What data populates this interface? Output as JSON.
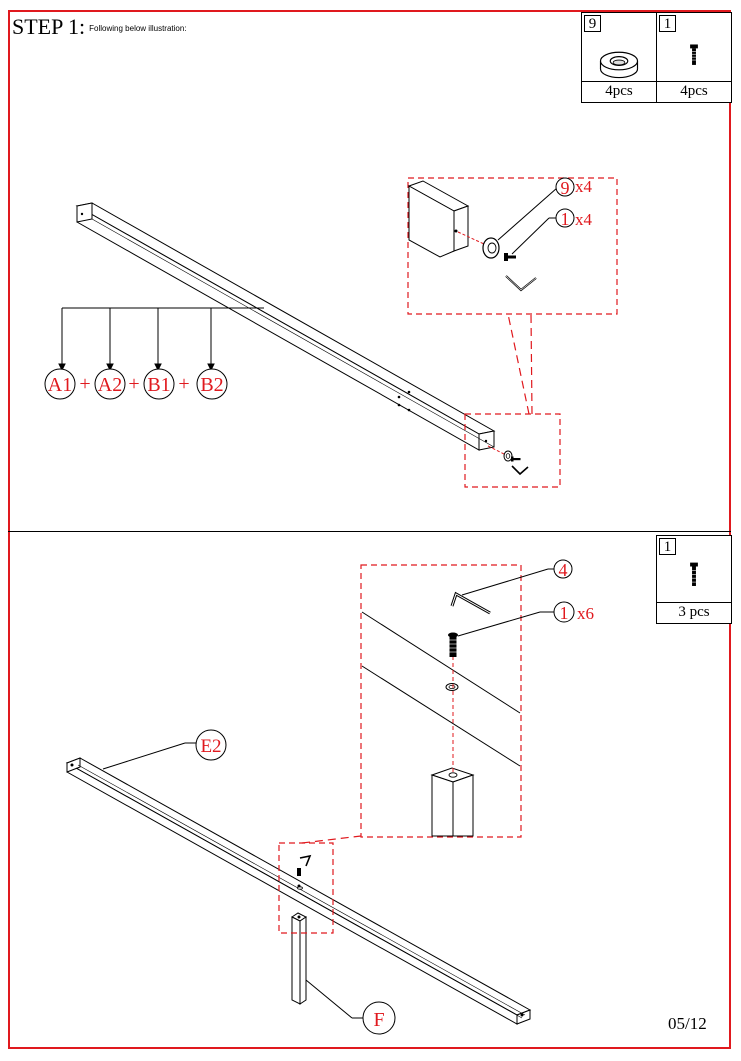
{
  "header": {
    "step_title": "STEP 1:",
    "instruction": "Following below illustration:"
  },
  "top_parts": [
    {
      "number": "9",
      "quantity": "4pcs",
      "icon": "washer-icon"
    },
    {
      "number": "1",
      "quantity": "4pcs",
      "icon": "bolt-icon"
    }
  ],
  "bottom_part": {
    "number": "1",
    "quantity": "3 pcs",
    "icon": "bolt-icon"
  },
  "step1_callouts": {
    "washer_label": "9",
    "washer_count": "x4",
    "bolt_label": "1",
    "bolt_count": "x4"
  },
  "rail_labels": [
    "A1",
    "A2",
    "B1",
    "B2"
  ],
  "plus_sign": "+",
  "step2_callouts": {
    "allen_key_label": "4",
    "bolt_label": "1",
    "bolt_count": "x6",
    "rail_label": "E2",
    "leg_label": "F"
  },
  "footer": {
    "page": "05/12"
  },
  "colors": {
    "accent": "#e0191e",
    "line": "#000000"
  }
}
